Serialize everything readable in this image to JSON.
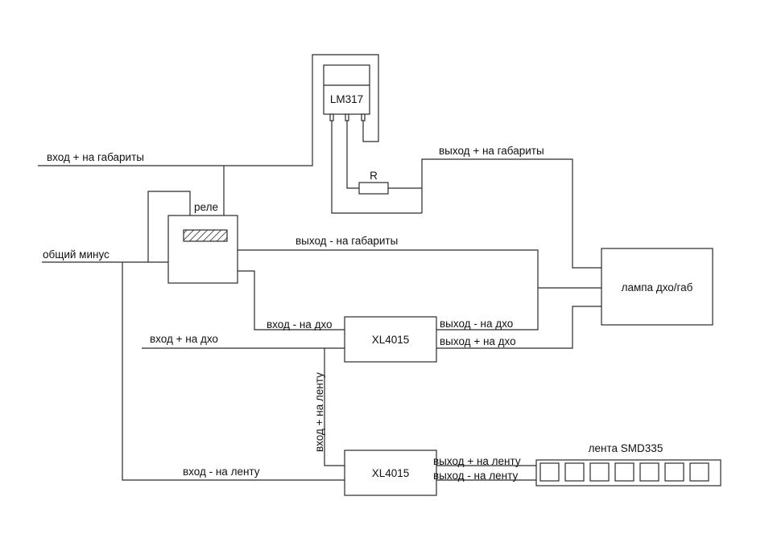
{
  "components": {
    "regulator": "LM317",
    "resistor": "R",
    "relay": "реле",
    "converter_drl": "XL4015",
    "converter_strip": "XL4015",
    "lamp": "лампа дхо/габ",
    "strip": "лента SMD335"
  },
  "wires": {
    "input_plus_parking": "вход + на габариты",
    "output_plus_parking": "выход + на габариты",
    "common_minus": "общий минус",
    "output_minus_parking": "выход - на габариты",
    "input_minus_drl": "вход - на дхо",
    "output_minus_drl": "выход - на дхо",
    "input_plus_drl": "вход + на дхо",
    "output_plus_drl": "выход + на дхо",
    "input_plus_strip": "вход + на ленту",
    "input_minus_strip": "вход - на ленту",
    "output_plus_strip": "выход + на ленту",
    "output_minus_strip": "выход - на ленту"
  }
}
